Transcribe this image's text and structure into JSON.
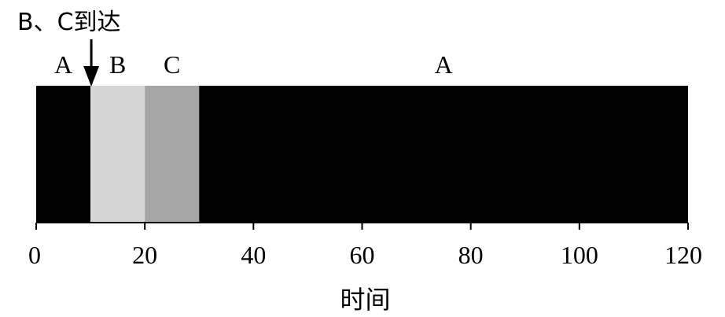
{
  "chart_data": {
    "type": "bar",
    "orientation": "horizontal-timeline",
    "xlabel": "时间",
    "xlim": [
      0,
      120
    ],
    "xticks": [
      0,
      20,
      40,
      60,
      80,
      100,
      120
    ],
    "segments": [
      {
        "label": "A",
        "start": 0,
        "end": 10,
        "color": "#000000"
      },
      {
        "label": "B",
        "start": 10,
        "end": 20,
        "color": "#d6d6d6"
      },
      {
        "label": "C",
        "start": 20,
        "end": 30,
        "color": "#a6a6a6"
      },
      {
        "label": "A",
        "start": 30,
        "end": 120,
        "color": "#000000"
      }
    ],
    "annotation": {
      "text": "B、C到达",
      "x": 10
    }
  }
}
